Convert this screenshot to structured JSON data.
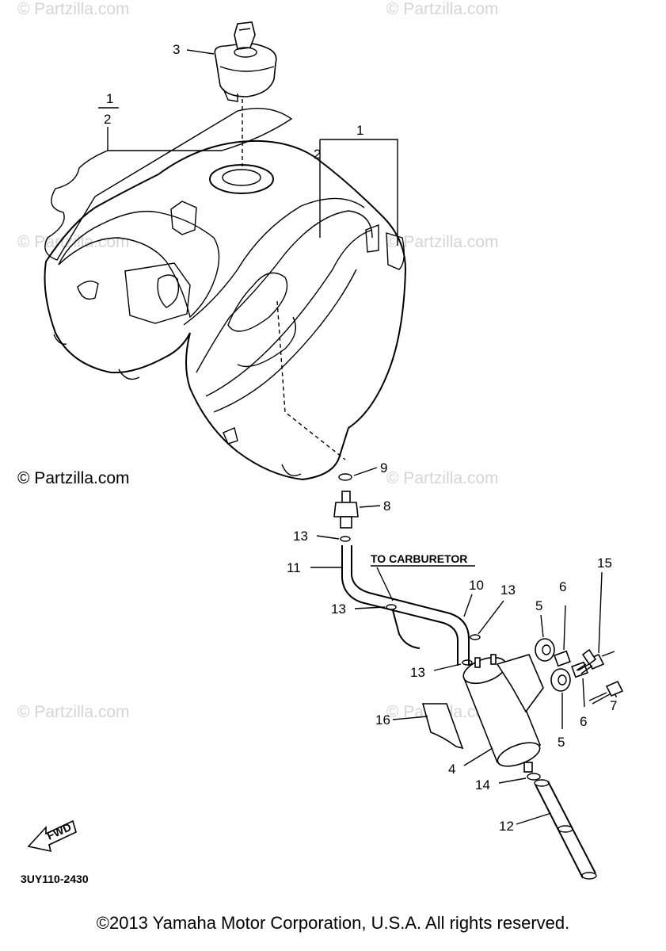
{
  "watermarks": {
    "top_left": "© Partzilla.com",
    "top_right": "© Partzilla.com",
    "mid_left": "© Partzilla.com",
    "mid_right": "© Partzilla.com",
    "main_left": "© Partzilla.com",
    "right_middle": "© Partzilla.com",
    "lower_left": "© Partzilla.com",
    "lower_mid": "© Partzilla.com"
  },
  "labels": {
    "to_carburetor": "TO CARBURETOR",
    "fwd": "FWD",
    "diagram_code": "3UY110-2430"
  },
  "callouts": {
    "c1_top": "1",
    "c1_bracket": "1",
    "c2_bracket": "2",
    "c2": "2",
    "c3": "3",
    "c4": "4",
    "c5a": "5",
    "c5b": "5",
    "c6a": "6",
    "c6b": "6",
    "c7": "7",
    "c8": "8",
    "c9": "9",
    "c10": "10",
    "c11": "11",
    "c12": "12",
    "c13a": "13",
    "c13b": "13",
    "c13c": "13",
    "c13d": "13",
    "c14": "14",
    "c15": "15",
    "c16": "16"
  },
  "footer": {
    "copyright": "©2013  Yamaha Motor Corporation, U.S.A. All rights reserved."
  }
}
